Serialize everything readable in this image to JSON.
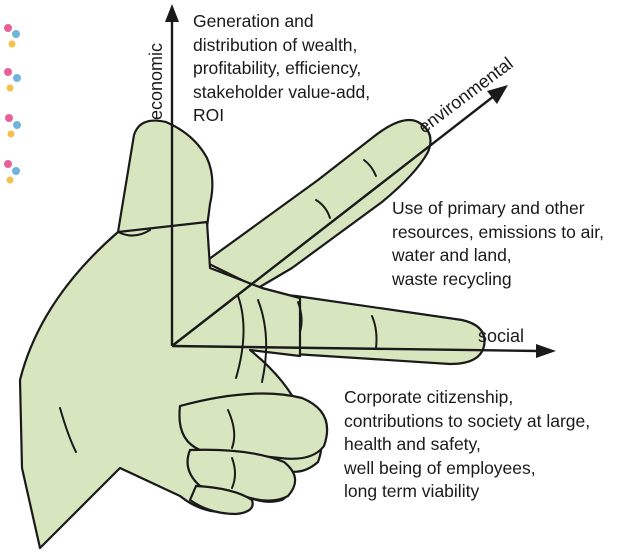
{
  "axes": {
    "economic": "economic",
    "environmental": "environmental",
    "social": "social"
  },
  "descriptions": {
    "economic": [
      "Generation and",
      "distribution of wealth,",
      "profitability, efficiency,",
      "stakeholder value-add,",
      "ROI"
    ],
    "environmental": [
      "Use of primary and other",
      "resources, emissions to air,",
      "water and land,",
      "waste recycling"
    ],
    "social": [
      "Corporate citizenship,",
      "contributions to society at large,",
      "health and safety,",
      "well being of employees,",
      "long term viability"
    ]
  },
  "colors": {
    "hand_fill": "#d8e6bf",
    "outline": "#1a1a1a",
    "decor_pink": "#e8609a",
    "decor_blue": "#6fb4dc",
    "decor_yellow": "#f2c14e"
  }
}
